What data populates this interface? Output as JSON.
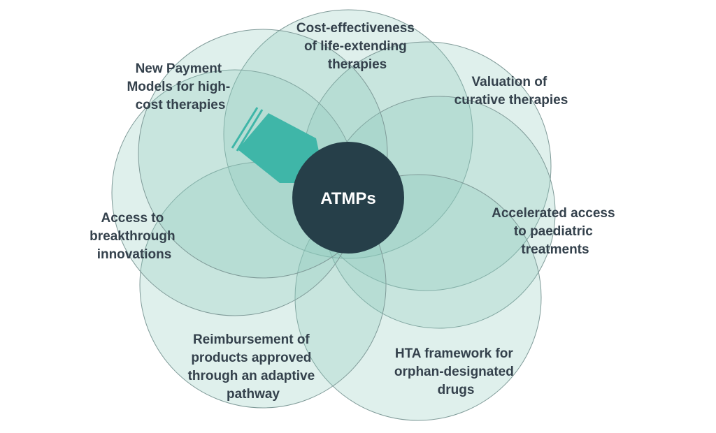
{
  "colors": {
    "petal_fill": "#8cc8bc",
    "petal_stroke": "#7f9a98",
    "center_fill": "#263f49",
    "center_text": "#ffffff",
    "pointer_fill": "#3fb6a8",
    "label_text": "#34414c"
  },
  "center": {
    "label": "ATMPs"
  },
  "petals": [
    {
      "id": "cost-effectiveness",
      "lines": [
        "Cost-effectiveness",
        "of life-extending",
        "therapies"
      ]
    },
    {
      "id": "valuation",
      "lines": [
        "Valuation of",
        "curative therapies"
      ]
    },
    {
      "id": "accelerated-access",
      "lines": [
        "Accelerated access",
        "to paediatric",
        "treatments"
      ]
    },
    {
      "id": "hta-framework",
      "lines": [
        "HTA framework for",
        "orphan-designated",
        "drugs"
      ]
    },
    {
      "id": "reimbursement",
      "lines": [
        "Reimbursement of",
        "products approved",
        "through an adaptive",
        "pathway"
      ]
    },
    {
      "id": "access-breakthrough",
      "lines": [
        "Access to",
        "breakthrough",
        "innovations"
      ]
    },
    {
      "id": "new-payment-models",
      "lines": [
        "New Payment",
        "Models for high-",
        "cost therapies"
      ]
    }
  ],
  "pointer": {
    "icon": "pencil-pointer-icon"
  }
}
